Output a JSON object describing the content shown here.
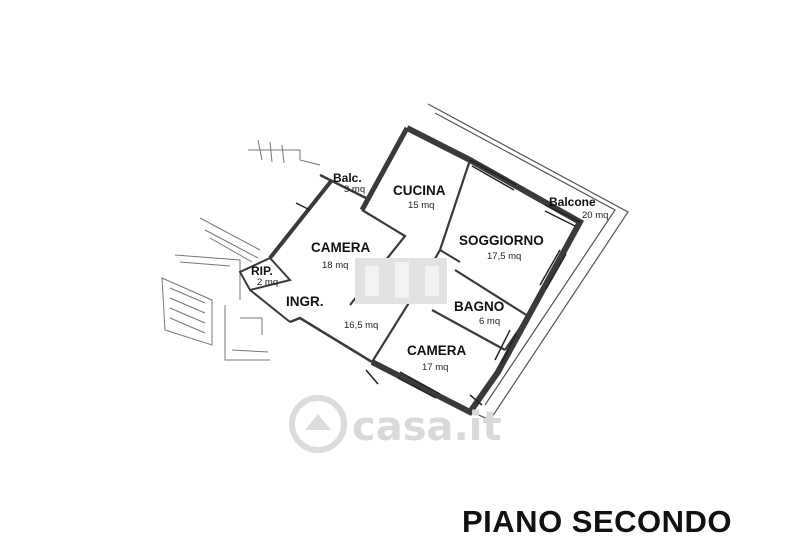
{
  "floor_label": "PIANO SECONDO",
  "watermark": "casa.it",
  "rooms": {
    "balc_small": {
      "name": "Balc.",
      "area": "3 mq"
    },
    "cucina": {
      "name": "CUCINA",
      "area": "15 mq"
    },
    "balcone": {
      "name": "Balcone",
      "area": "20 mq"
    },
    "camera1": {
      "name": "CAMERA",
      "area": "18 mq"
    },
    "soggiorno": {
      "name": "SOGGIORNO",
      "area": "17,5 mq"
    },
    "rip": {
      "name": "RIP.",
      "area": "2 mq"
    },
    "ingr": {
      "name": "INGR.",
      "area": "16,5 mq"
    },
    "bagno": {
      "name": "BAGNO",
      "area": "6 mq"
    },
    "camera2": {
      "name": "CAMERA",
      "area": "17 mq"
    }
  },
  "colors": {
    "wall": "#3a3a3a",
    "line": "#555555",
    "watermark": "#d9d9d9"
  }
}
